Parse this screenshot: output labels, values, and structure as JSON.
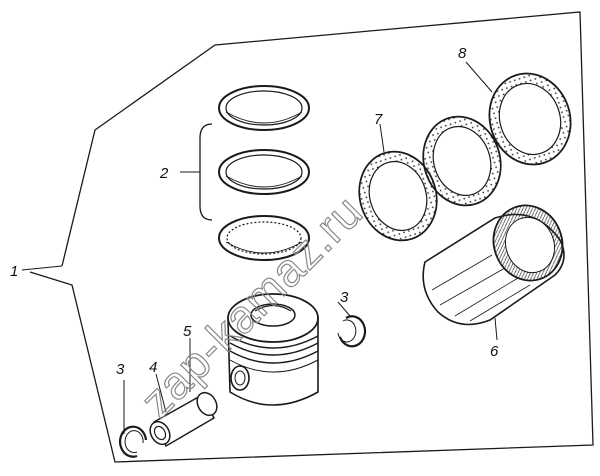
{
  "diagram": {
    "callouts": {
      "c1": "1",
      "c2": "2",
      "c3a": "3",
      "c3b": "3",
      "c4": "4",
      "c5": "5",
      "c6": "6",
      "c7": "7",
      "c8": "8"
    },
    "watermark": "zap-kamaz.ru"
  },
  "colors": {
    "line": "#1a1a1a",
    "background": "#ffffff",
    "watermark": "#888888"
  }
}
